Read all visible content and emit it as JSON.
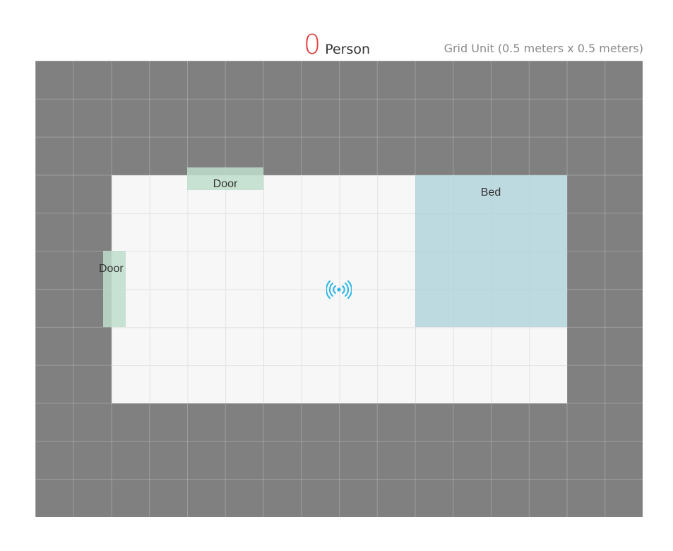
{
  "header": {
    "person_count": "0",
    "person_label": "Person",
    "grid_unit": "Grid Unit (0.5 meters x 0.5 meters)"
  },
  "room": {
    "furniture": {
      "bed_label": "Bed"
    },
    "doors": {
      "top_label": "Door",
      "left_label": "Door"
    },
    "sensor": {
      "icon": "radar-sensor-icon",
      "color": "#29b6e8"
    }
  },
  "colors": {
    "outside": "#808080",
    "room_floor": "#f7f7f7",
    "bed": "#a7ced8",
    "door": "#bedecc",
    "count": "#e53935"
  }
}
